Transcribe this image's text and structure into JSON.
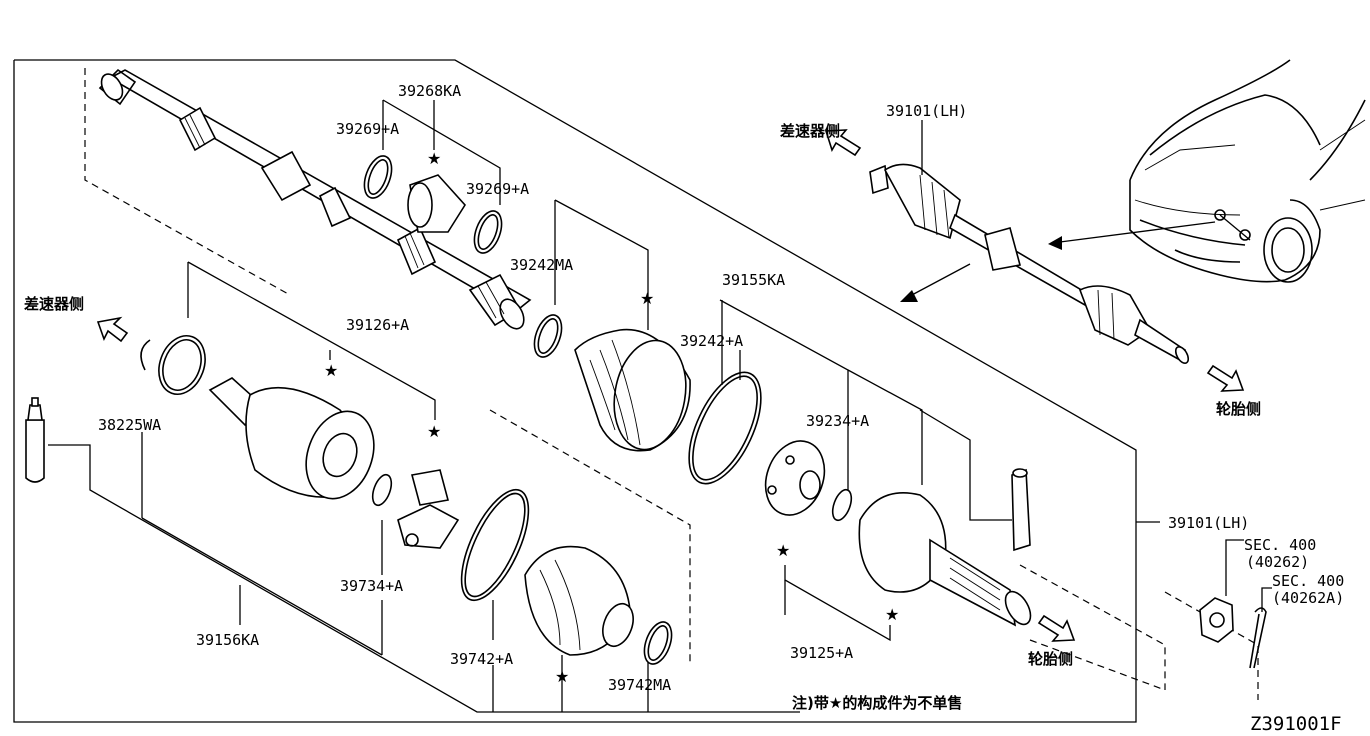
{
  "parts": {
    "p39268KA": "39268KA",
    "p39269A_top": "39269+A",
    "p39269A_right": "39269+A",
    "p39242MA": "39242MA",
    "p39155KA": "39155KA",
    "p39242A": "39242+A",
    "p39126A": "39126+A",
    "p38225WA": "38225WA",
    "p39234A": "39234+A",
    "p39101LH_top": "39101(LH)",
    "p39101LH_right": "39101(LH)",
    "p39734A": "39734+A",
    "p39156KA": "39156KA",
    "p39742A": "39742+A",
    "p39742MA": "39742MA",
    "p39125A": "39125+A",
    "sec400_a": "SEC. 400",
    "sec400_a_code": "(40262)",
    "sec400_b": "SEC. 400",
    "sec400_b_code": "(40262A)"
  },
  "side_labels": {
    "diff_side_left": "差速器侧",
    "diff_side_top": "差速器侧",
    "tire_side_bottom": "轮胎侧",
    "tire_side_top": "轮胎侧"
  },
  "note": {
    "prefix": "注)带",
    "star": "★",
    "suffix": "的构成件为不单售"
  },
  "star_symbol": "★",
  "diagram_code": "Z391001F"
}
